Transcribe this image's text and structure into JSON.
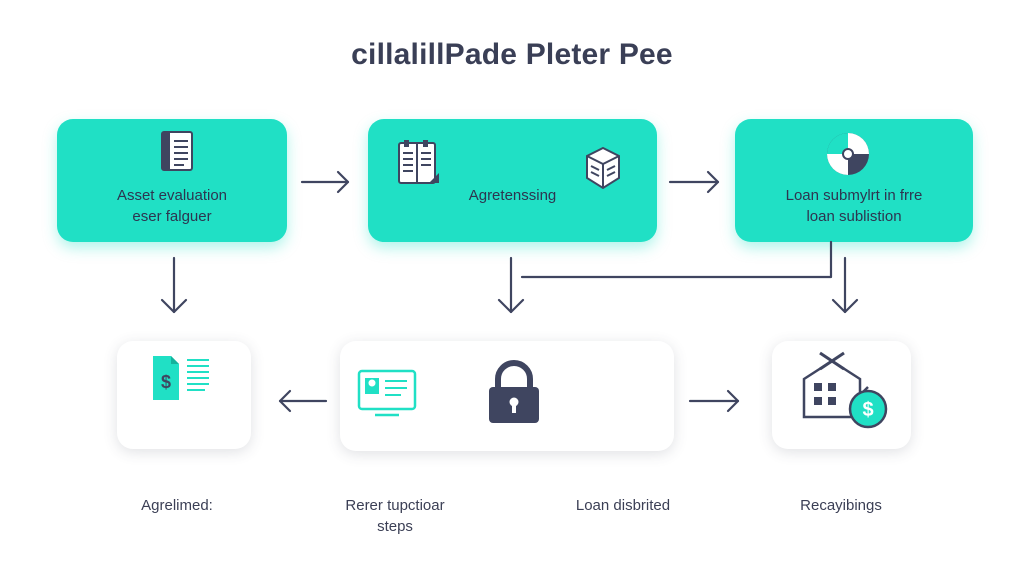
{
  "title": "cillalillPade Pleter Pee",
  "top_row": {
    "box1": {
      "line1": "Asset evaluation",
      "line2": "eser falguer"
    },
    "box2": {
      "line1": "Agretenssing"
    },
    "box3": {
      "line1": "Loan submylrt in frre",
      "line2": "loan sublistion"
    }
  },
  "bottom_row": {
    "caption1": {
      "line1": "Agrelimed:"
    },
    "caption2": {
      "line1": "Rerer tupctioar",
      "line2": "steps"
    },
    "caption3": {
      "line1": "Loan disbrited"
    },
    "caption4": {
      "line1": "Recayibings"
    }
  },
  "icons": {
    "box1": "document-icon",
    "box2_left": "checklist-icon",
    "box2_right": "cube-icon",
    "box3": "pie-chart-icon",
    "bottom1": "dollar-document-icon",
    "bottom2_left": "id-card-icon",
    "bottom2_right": "padlock-icon",
    "bottom3": "house-money-icon",
    "dollar_symbol": "$"
  },
  "colors": {
    "accent_teal": "#20e0c5",
    "dark_navy": "#3f4560",
    "text": "#2d3550"
  }
}
